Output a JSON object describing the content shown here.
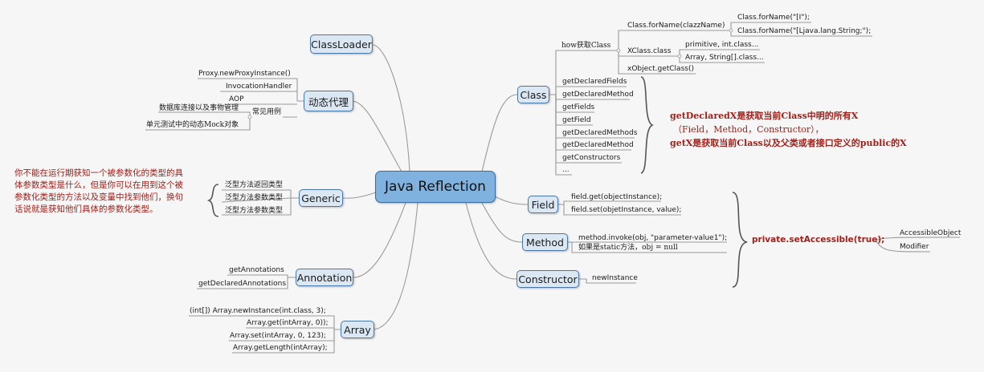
{
  "colors": {
    "line": "#9a9a9a",
    "node_fill": "#dbe8f4",
    "node_border": "#4a78a8",
    "central_fill": "#7fb2df",
    "note": "#a0201a",
    "brace": "#555555"
  },
  "central": "Java Reflection",
  "nodes": {
    "classloader": "ClassLoader",
    "proxy": "动态代理",
    "generic": "Generic",
    "annotation": "Annotation",
    "array": "Array",
    "class": "Class",
    "field": "Field",
    "method": "Method",
    "constructor": "Constructor"
  },
  "proxy": {
    "items": [
      "Proxy.newProxyInstance()",
      "InvocationHandler",
      "AOP"
    ],
    "use_cases_label": "常见用例",
    "use_cases": [
      "数据库连接以及事物管理",
      "单元测试中的动态Mock对象"
    ]
  },
  "generic": {
    "items": [
      "泛型方法返回类型",
      "泛型方法参数类型",
      "泛型方法参数类型"
    ],
    "note": "你不能在运行期获知一个被参数化的类型的具体参数类型是什么，但是你可以在用到这个被参数化类型的方法以及变量中找到他们，换句话说就是获知他们具体的参数化类型。"
  },
  "annotation": {
    "items": [
      "getAnnotations",
      "getDeclaredAnnotations"
    ]
  },
  "array": {
    "items": [
      "(int[]) Array.newInstance(int.class, 3);",
      "Array.get(intArray, 0));",
      "Array.set(intArray, 0, 123);",
      "Array.getLength(intArray);"
    ]
  },
  "class": {
    "how": "how获取Class",
    "forname": "Class.forName(clazzName)",
    "forname_examples": [
      "Class.forName(\"[I\");",
      "Class.forName(\"[Ljava.lang.String;\");"
    ],
    "xclass": "XClass.class",
    "xclass_examples": [
      "primitive, int.class...",
      "Array, String[].class..."
    ],
    "getclass": "xObject.getClass()",
    "methods": [
      "getDeclaredFields",
      "getDeclaredMethod",
      "getFields",
      "getField",
      "getDeclaredMethods",
      "getDeclaredMethod",
      "getConstructors",
      "..."
    ],
    "note_lines": [
      "getDeclaredX是获取当前Class中明的所有X",
      "（Field，Method，Constructor），",
      "getX是获取当前Class以及父类或者接口定义的public的X"
    ]
  },
  "field": {
    "items": [
      "field.get(objectInstance);",
      "field.set(objetInstance, value);"
    ]
  },
  "method": {
    "items": [
      "method.invoke(obj, \"parameter-value1\");",
      "如果是static方法，obj = null"
    ]
  },
  "constructor": {
    "items": [
      "newInstance"
    ]
  },
  "accessible": {
    "label": "private.setAccessible(true);",
    "items": [
      "AccessibleObject",
      "Modifier"
    ]
  }
}
